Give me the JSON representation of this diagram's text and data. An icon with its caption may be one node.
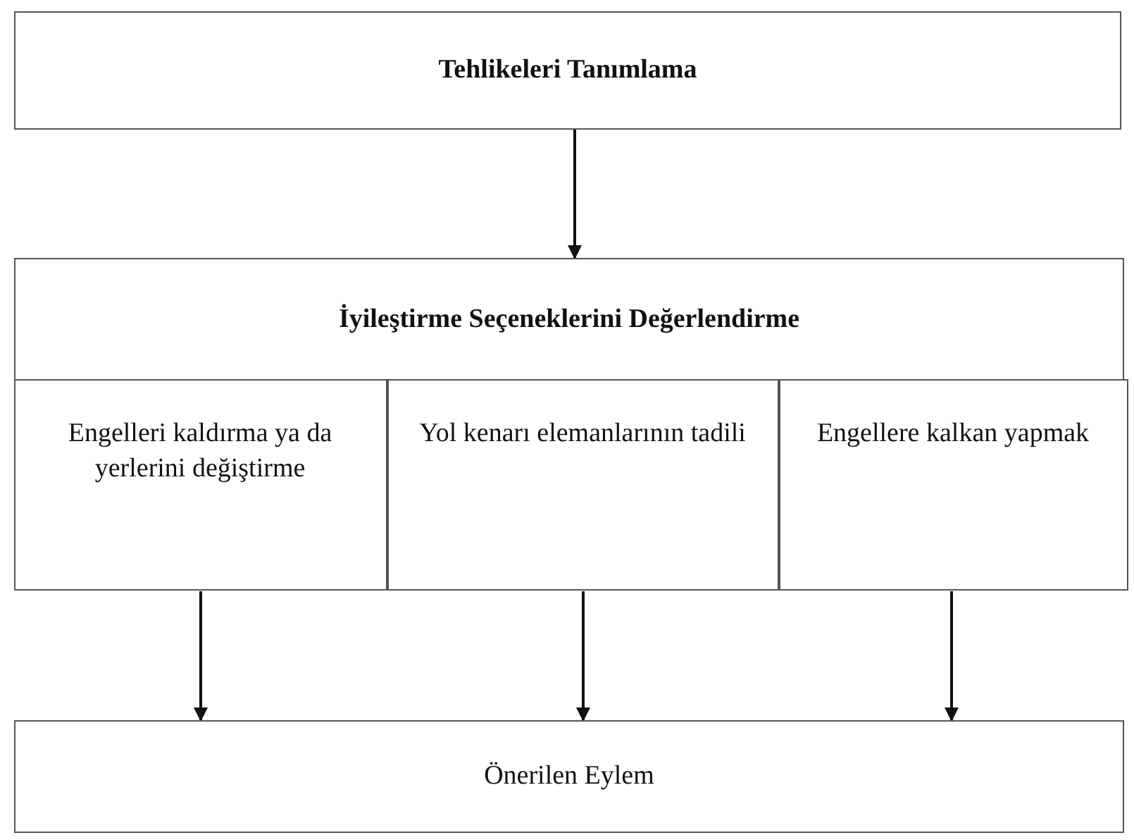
{
  "diagram": {
    "nodes": [
      {
        "text": [
          "Tehlikeleri Tanımlama"
        ]
      },
      {
        "text": [
          "İyileştirme Seçeneklerini Değerlendirme"
        ]
      },
      {
        "text": [
          "Engelleri kaldırma ya da yerlerini değiştirme"
        ],
        "in": 1
      },
      {
        "text": [
          "Yol kenarı elemanlarının tadili"
        ],
        "in": 1
      },
      {
        "text": [
          "Engellere kalkan yapmak"
        ],
        "in": 1
      },
      {
        "text": [
          "Önerilen Eylem"
        ]
      }
    ],
    "edges": [
      {
        "from": 0,
        "to": 1,
        "arrow": "to"
      },
      {
        "from": 2,
        "to": 5,
        "arrow": "to"
      },
      {
        "from": 3,
        "to": 5,
        "arrow": "to"
      },
      {
        "from": 4,
        "to": 5,
        "arrow": "to"
      }
    ]
  }
}
